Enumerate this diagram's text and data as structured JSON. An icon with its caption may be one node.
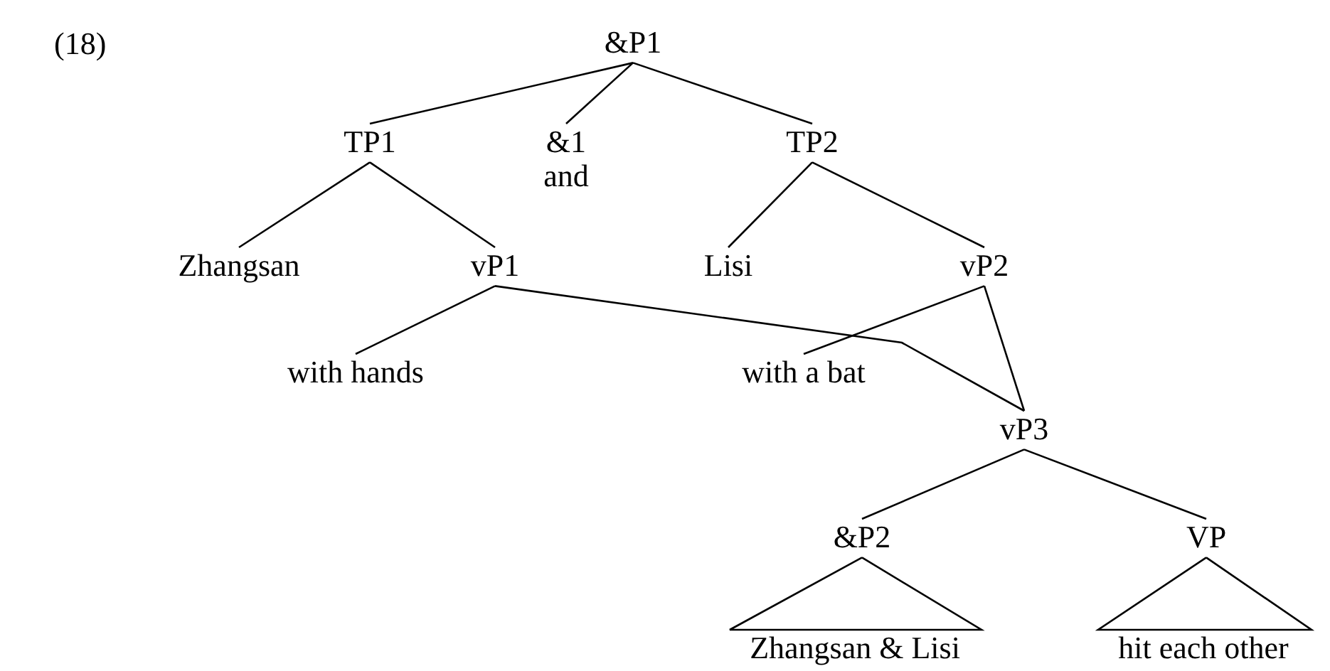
{
  "diagram": {
    "nodes": [
      {
        "text": [
          "&P1"
        ]
      },
      {
        "text": [
          "TP1"
        ]
      },
      {
        "text": [
          "&1",
          "and"
        ]
      },
      {
        "text": [
          "TP2"
        ]
      },
      {
        "text": [
          "Zhangsan"
        ]
      },
      {
        "text": [
          "vP1"
        ]
      },
      {
        "text": [
          "Lisi"
        ]
      },
      {
        "text": [
          "vP2"
        ]
      },
      {
        "text": [
          "with hands"
        ]
      },
      {
        "text": [
          "with a bat"
        ]
      },
      {
        "text": [
          "vP3"
        ]
      },
      {
        "text": [
          "&P2"
        ]
      },
      {
        "text": [
          "VP"
        ]
      },
      {
        "text": [
          "Zhangsan & Lisi"
        ]
      },
      {
        "text": [
          "hit each other"
        ]
      }
    ],
    "edges": [
      {
        "from": 0,
        "to": 1,
        "arrow": "none"
      },
      {
        "from": 0,
        "to": 2,
        "arrow": "none"
      },
      {
        "from": 0,
        "to": 3,
        "arrow": "none"
      },
      {
        "from": 1,
        "to": 4,
        "arrow": "none"
      },
      {
        "from": 1,
        "to": 5,
        "arrow": "none"
      },
      {
        "from": 3,
        "to": 6,
        "arrow": "none"
      },
      {
        "from": 3,
        "to": 7,
        "arrow": "none"
      },
      {
        "from": 5,
        "to": 8,
        "arrow": "none"
      },
      {
        "from": 5,
        "to": 10,
        "arrow": "none"
      },
      {
        "from": 7,
        "to": 9,
        "arrow": "none"
      },
      {
        "from": 7,
        "to": 10,
        "arrow": "none"
      },
      {
        "from": 10,
        "to": 11,
        "arrow": "none"
      },
      {
        "from": 10,
        "to": 12,
        "arrow": "none"
      },
      {
        "from": 11,
        "to": 13,
        "arrow": "none"
      },
      {
        "from": 12,
        "to": 14,
        "arrow": "none"
      }
    ],
    "labels": [
      "(18)"
    ]
  }
}
